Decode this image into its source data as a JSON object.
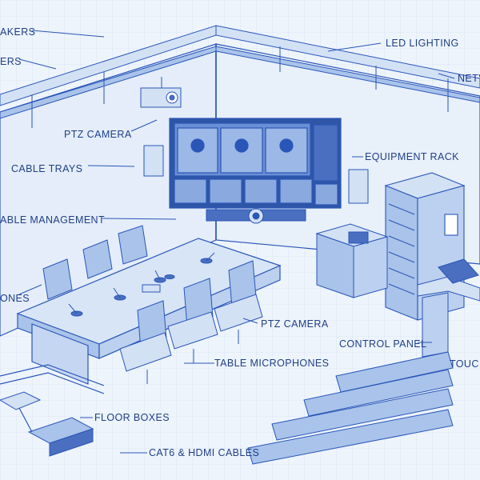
{
  "labels": {
    "speakers": "AKERS",
    "led_lighting": "LED LIGHTING",
    "network": "NETV",
    "ers": "ERS",
    "ptz_camera_top": "PTZ CAMERA",
    "cable_trays": "CABLE TRAYS",
    "equipment_rack": "EQUIPMENT RACK",
    "cable_management": "ABLE MANAGEMENT",
    "zones": "ONES",
    "ptz_camera_mid": "PTZ CAMERA",
    "control_panel": "CONTROL PANEL",
    "touch": "TOUC",
    "table_microphones": "TABLE MICROPHONES",
    "floor_boxes": "FLOOR BOXES",
    "cables": "CAT6 & HDMI CABLES"
  },
  "colors": {
    "background": "#eef4fc",
    "line": "#2a56b8",
    "fill_light": "#d3e1f5",
    "fill_mid": "#a9c3ea",
    "fill_dark": "#4a6fc0",
    "screen": "#3f67b5",
    "label": "#1f3f86"
  }
}
